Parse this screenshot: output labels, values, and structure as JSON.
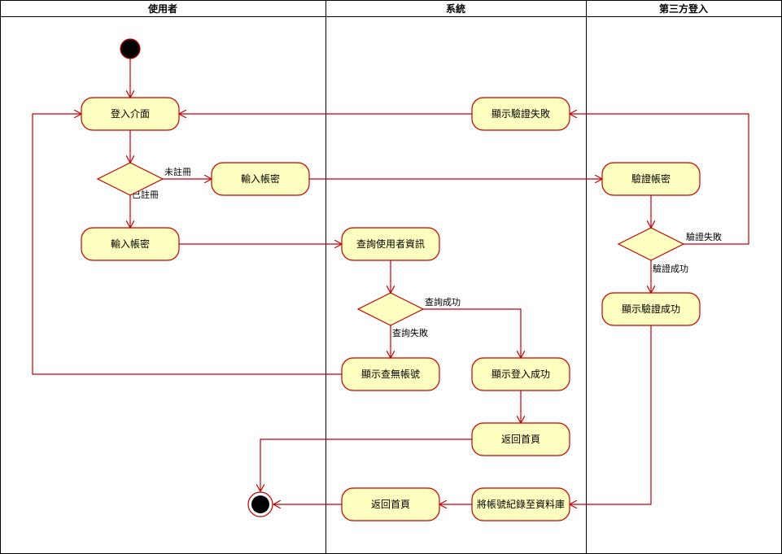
{
  "lanes": [
    "使用者",
    "系統",
    "第三方登入"
  ],
  "nodes": {
    "login_ui": "登入介面",
    "input_account_registered": "輸入帳密",
    "input_account_unregistered": "輸入帳密",
    "query_user_info": "查詢使用者資訊",
    "show_no_account": "顯示查無帳號",
    "show_login_success": "顯示登入成功",
    "return_home_system": "返回首頁",
    "save_account_db": "將帳號紀錄至資料庫",
    "return_home_final": "返回首頁",
    "verify_account": "驗證帳密",
    "show_verify_fail": "顯示驗證失敗",
    "show_verify_success": "顯示驗證成功"
  },
  "edge_labels": {
    "unregistered": "未註冊",
    "registered": "已註冊",
    "query_success": "查詢成功",
    "query_fail": "查詢失敗",
    "verify_fail": "驗證失敗",
    "verify_success": "驗證成功"
  },
  "colors": {
    "node_fill": "#ffffc0",
    "node_stroke": "#c00000",
    "edge": "#c00000",
    "lane_border": "#000000"
  }
}
